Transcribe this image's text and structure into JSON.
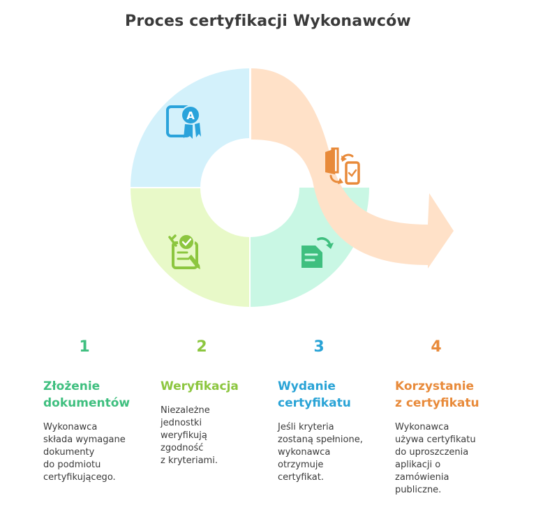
{
  "title": "Proces certyfikacji Wykonawców",
  "colors": {
    "blue_fill": "#d3f1fb",
    "blue_icon": "#2aa3db",
    "green_fill": "#e8f9c8",
    "green_icon": "#8cc63f",
    "mint_fill": "#c9f7e4",
    "mint_icon": "#3fbf7f",
    "orange_fill": "#ffe1c8",
    "orange_icon": "#e88a3a"
  },
  "icons": {
    "blue_segment": "certificate-badge-icon",
    "green_segment": "checklist-icon",
    "mint_segment": "document-arrow-icon",
    "orange_segment": "transfer-phone-icon"
  },
  "steps": [
    {
      "number": "1",
      "heading_lines": [
        "Złożenie",
        "dokumentów"
      ],
      "desc_lines": [
        "Wykonawca",
        "składa wymagane",
        "dokumenty",
        "do podmiotu",
        "certyfikującego."
      ]
    },
    {
      "number": "2",
      "heading_lines": [
        "Weryfikacja"
      ],
      "desc_lines": [
        "Niezależne",
        "jednostki",
        "weryfikują",
        "zgodność",
        "z kryteriami."
      ]
    },
    {
      "number": "3",
      "heading_lines": [
        "Wydanie",
        "certyfikatu"
      ],
      "desc_lines": [
        "Jeśli kryteria",
        "zostaną spełnione,",
        "wykonawca",
        "otrzymuje",
        "certyfikat."
      ]
    },
    {
      "number": "4",
      "heading_lines": [
        "Korzystanie",
        "z certyfikatu"
      ],
      "desc_lines": [
        "Wykonawca",
        "używa certyfikatu",
        "do uproszczenia",
        "aplikacji o",
        "zamówienia",
        "publiczne."
      ]
    }
  ]
}
